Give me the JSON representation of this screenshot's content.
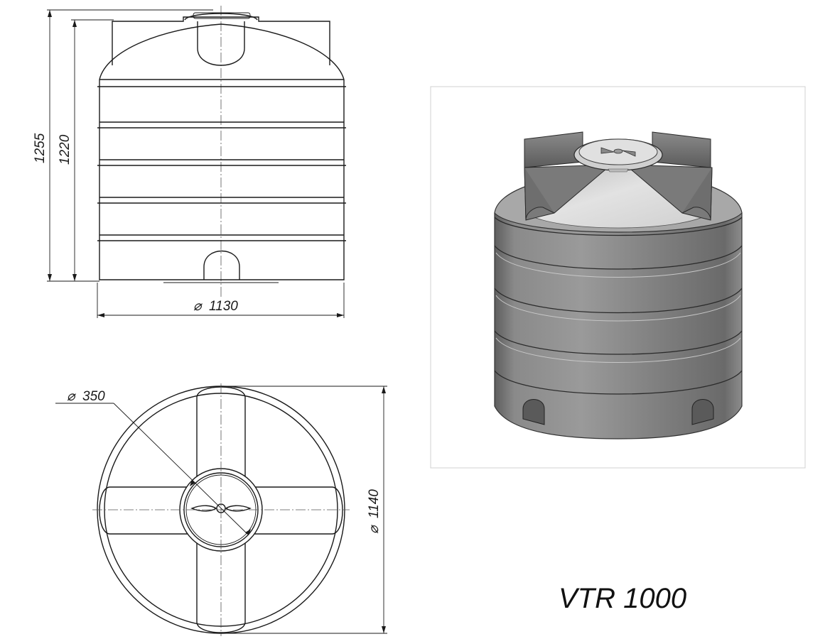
{
  "title": "VTR 1000",
  "dimensions": {
    "height_total": "1255",
    "height_body": "1220",
    "diameter_side": "1130",
    "diameter_hatch": "350",
    "diameter_top": "1140"
  },
  "symbols": {
    "diameter": "⌀"
  },
  "colors": {
    "line": "#1a1a1a",
    "render_dark": "#7a7a7a",
    "render_light": "#d9d9d9",
    "frame": "#d0d0d0"
  }
}
